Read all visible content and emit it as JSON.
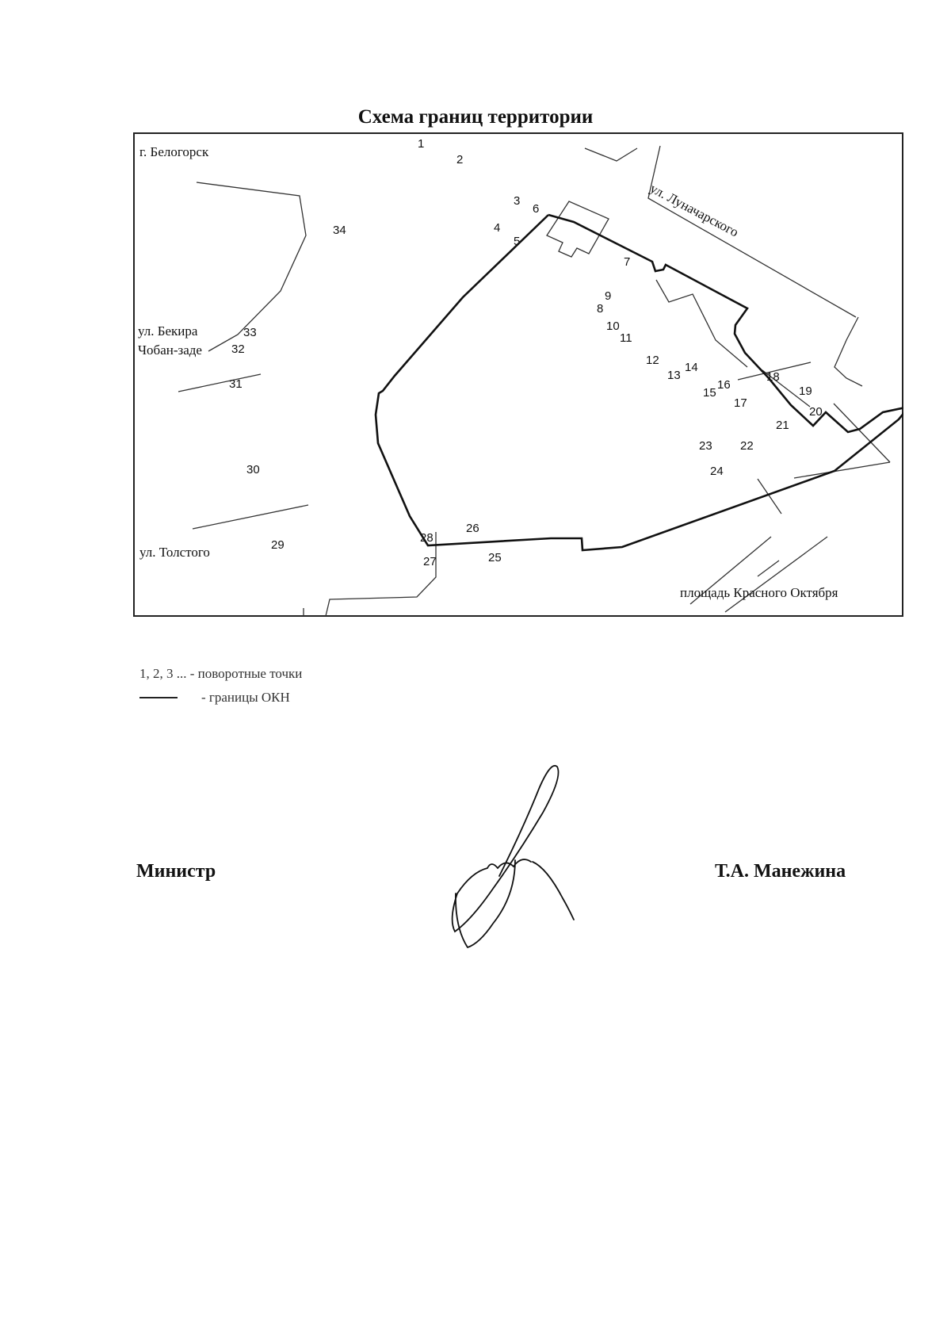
{
  "title": "Схема границ территории",
  "map": {
    "city_label": "г. Белогорск",
    "street_lunacharskogo": "ул. Луначарского",
    "street_bekira_line1": "ул. Бекира",
    "street_bekira_line2": "Чобан-заде",
    "street_tolstogo": "ул. Толстого",
    "square_label": "площадь Красного Октября",
    "points": [
      "1",
      "2",
      "3",
      "4",
      "5",
      "6",
      "7",
      "8",
      "9",
      "10",
      "11",
      "12",
      "13",
      "14",
      "15",
      "16",
      "17",
      "18",
      "19",
      "20",
      "21",
      "22",
      "23",
      "24",
      "25",
      "26",
      "27",
      "28",
      "29",
      "30",
      "31",
      "32",
      "33",
      "34"
    ]
  },
  "legend": {
    "points_text": "1, 2, 3 ... - поворотные точки",
    "boundary_text": "- границы ОКН"
  },
  "signatory": {
    "position": "Министр",
    "name": "Т.А. Манежина"
  }
}
